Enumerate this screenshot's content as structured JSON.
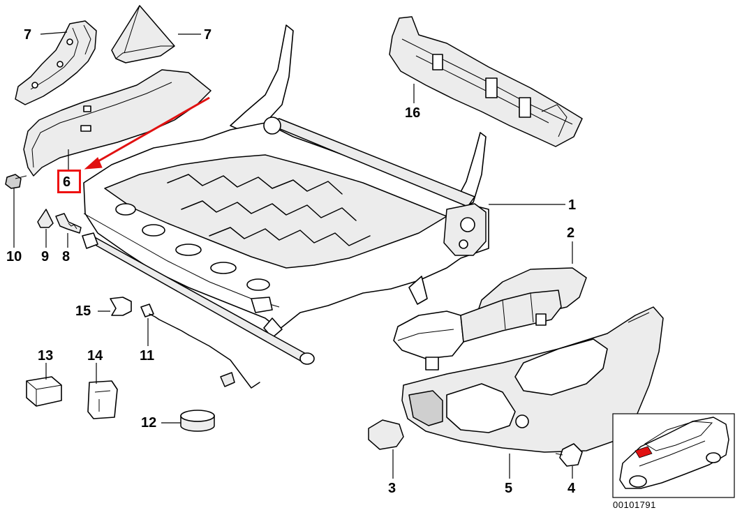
{
  "callouts": [
    {
      "id": "7a",
      "label": "7"
    },
    {
      "id": "7b",
      "label": "7"
    },
    {
      "id": "16",
      "label": "16"
    },
    {
      "id": "6",
      "label": "6"
    },
    {
      "id": "1",
      "label": "1"
    },
    {
      "id": "2",
      "label": "2"
    },
    {
      "id": "10",
      "label": "10"
    },
    {
      "id": "9",
      "label": "9"
    },
    {
      "id": "8",
      "label": "8"
    },
    {
      "id": "15",
      "label": "15"
    },
    {
      "id": "11",
      "label": "11"
    },
    {
      "id": "13",
      "label": "13"
    },
    {
      "id": "14",
      "label": "14"
    },
    {
      "id": "12",
      "label": "12"
    },
    {
      "id": "3",
      "label": "3"
    },
    {
      "id": "5",
      "label": "5"
    },
    {
      "id": "4",
      "label": "4"
    }
  ],
  "catalog_number": "00101791",
  "highlight": {
    "part_label": "6",
    "color": "#e11111"
  }
}
